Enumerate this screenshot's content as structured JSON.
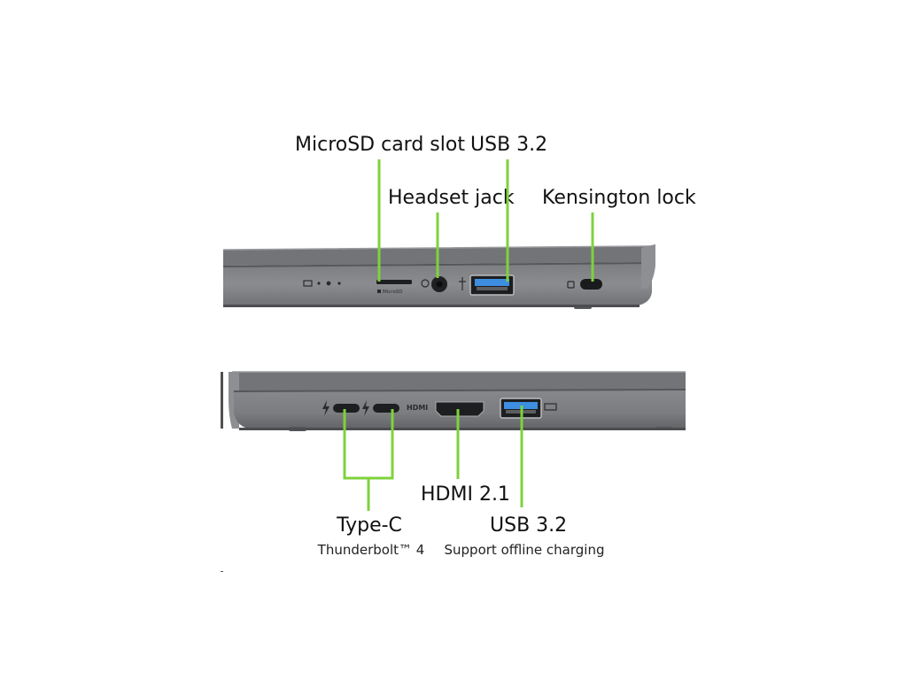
{
  "callouts": {
    "microsd": "MicroSD card slot",
    "usb_top": "USB 3.2",
    "headset": "Headset jack",
    "kensington": "Kensington lock",
    "hdmi": "HDMI 2.1",
    "usb_bottom": "USB 3.2",
    "usb_bottom_note": "Support offline charging",
    "typec": "Type-C",
    "typec_note": "Thunderbolt™ 4"
  },
  "port_markings": {
    "microsd_mark": "MicroSD",
    "hdmi_mark": "HDMI"
  },
  "colors": {
    "leader_line": "#7fd23c",
    "chassis": "#6b6d70",
    "chassis_dark": "#4e5053",
    "port": "#1d1e20",
    "usb_blue": "#3d8ee0"
  }
}
